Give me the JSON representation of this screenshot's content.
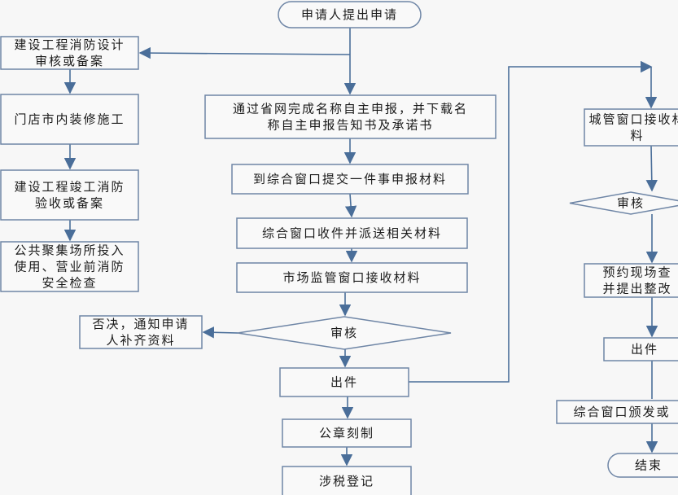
{
  "diagram": {
    "type": "flowchart",
    "colors": {
      "line": "#4a6e99",
      "border": "#6f86a6",
      "fill": "#f9f9f9",
      "background": "#f7f7f7"
    },
    "nodes": {
      "start": {
        "shape": "terminal",
        "lines": [
          "申请人提出申请"
        ]
      },
      "fire_design": {
        "shape": "process",
        "lines": [
          "建设工程消防设计",
          "审核或备案"
        ]
      },
      "renovation": {
        "shape": "process",
        "lines": [
          "门店市内装修施工"
        ]
      },
      "fire_acceptance": {
        "shape": "process",
        "lines": [
          "建设工程竣工消防",
          "验收或备案"
        ]
      },
      "public_safety": {
        "shape": "process",
        "lines": [
          "公共聚集场所投入",
          "使用、营业前消防",
          "安全检查"
        ]
      },
      "name_report": {
        "shape": "process",
        "lines": [
          "通过省网完成名称自主申报，并下载名",
          "称自主申报告知书及承诺书"
        ]
      },
      "submit": {
        "shape": "process",
        "lines": [
          "到综合窗口提交一件事申报材料"
        ]
      },
      "dispatch": {
        "shape": "process",
        "lines": [
          "综合窗口收件并派送相关材料"
        ]
      },
      "market_receive": {
        "shape": "process",
        "lines": [
          "市场监管窗口接收材料"
        ]
      },
      "review1": {
        "shape": "decision",
        "lines": [
          "审核"
        ]
      },
      "reject": {
        "shape": "process",
        "lines": [
          "否决，通知申请",
          "人补齐资料"
        ]
      },
      "issue1": {
        "shape": "process",
        "lines": [
          "出件"
        ]
      },
      "seal": {
        "shape": "process",
        "lines": [
          "公章刻制"
        ]
      },
      "tax": {
        "shape": "process",
        "lines": [
          "涉税登记"
        ]
      },
      "urban_receive": {
        "shape": "process",
        "lines": [
          "城管窗口接收材",
          "料"
        ]
      },
      "review2": {
        "shape": "decision",
        "lines": [
          "审核"
        ]
      },
      "inspection": {
        "shape": "process",
        "lines": [
          "预约现场查",
          "并提出整改"
        ]
      },
      "issue2": {
        "shape": "process",
        "lines": [
          "出件"
        ]
      },
      "window_issue": {
        "shape": "process",
        "lines": [
          "综合窗口颁发或"
        ]
      },
      "end": {
        "shape": "terminal",
        "lines": [
          "结束"
        ]
      }
    }
  }
}
